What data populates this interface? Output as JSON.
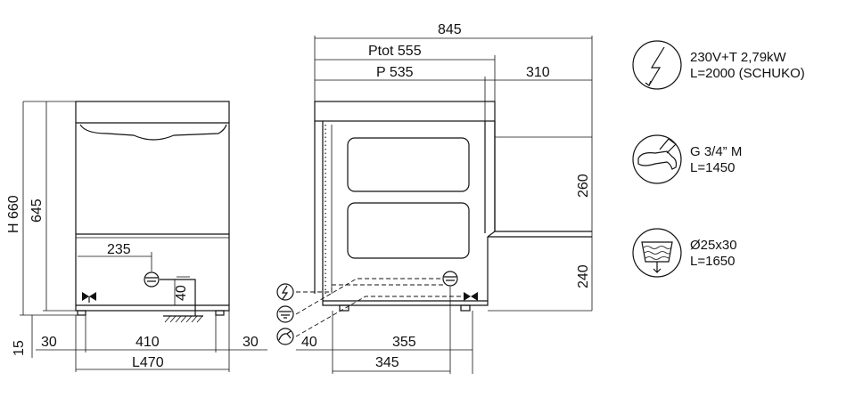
{
  "front_view": {
    "height_total": "H 660",
    "height_body": "645",
    "feet_height": "15",
    "drain_offset": "235",
    "drain_height": "40",
    "side_left": "30",
    "inner_width": "410",
    "side_right": "30",
    "total_width": "L470"
  },
  "side_view": {
    "depth_open": "845",
    "depth_total": "Ptot 555",
    "depth_body": "P 535",
    "door_extension": "310",
    "upper_height": "260",
    "lower_height": "240",
    "rear_offset": "40",
    "foot_span": "355",
    "drain_span": "345"
  },
  "specs": [
    {
      "icon": "electric-icon",
      "line1": "230V+T 2,79kW",
      "line2": "L=2000 (SCHUKO)"
    },
    {
      "icon": "water-tap-icon",
      "line1": "G 3/4” M",
      "line2": "L=1450"
    },
    {
      "icon": "drain-icon",
      "line1": "Ø25x30",
      "line2": "L=1650"
    }
  ]
}
